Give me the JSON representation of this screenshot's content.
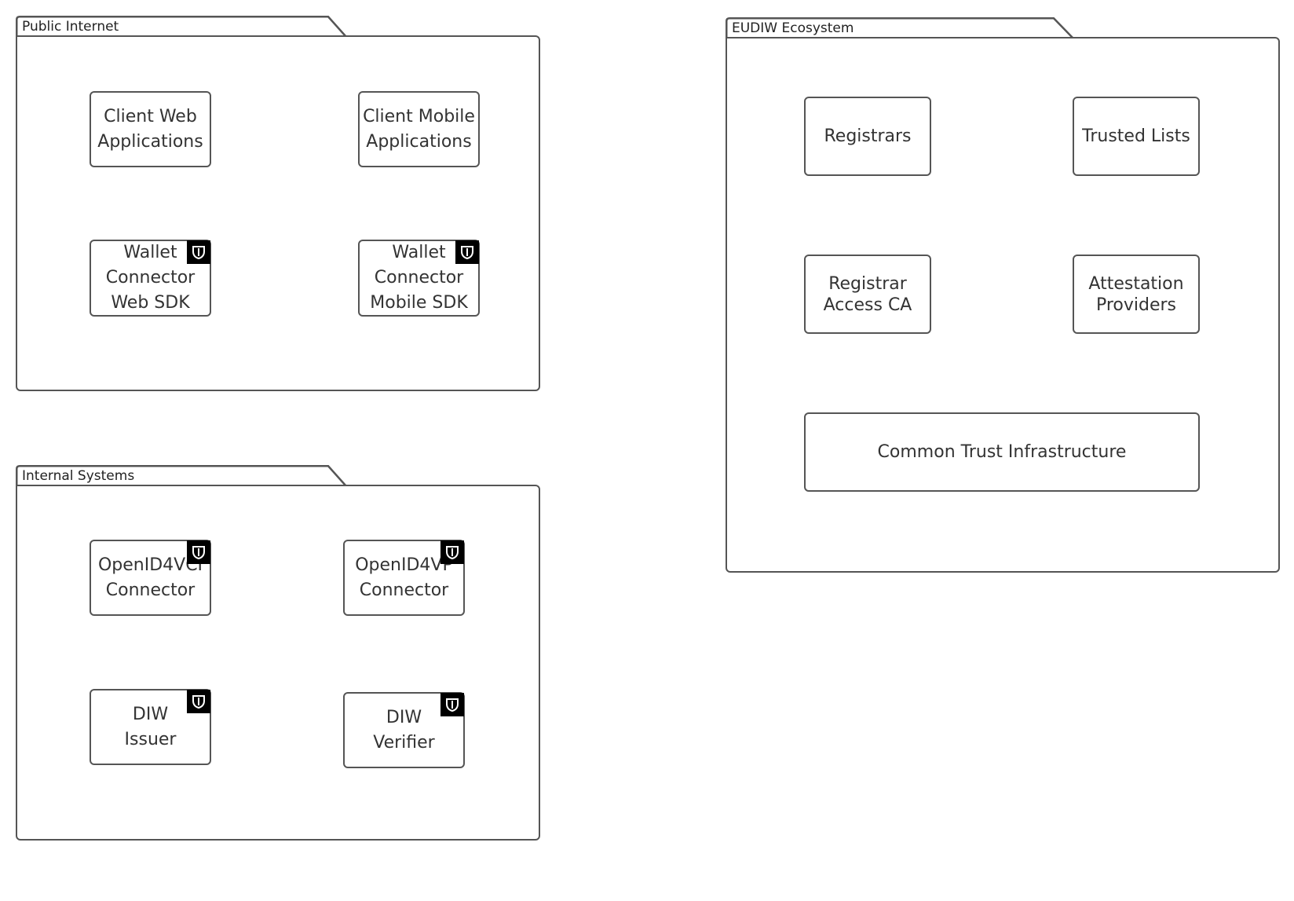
{
  "packages": {
    "public_internet": {
      "title": "Public Internet",
      "nodes": {
        "client_web": "Client Web\nApplications",
        "client_mobile": "Client Mobile\nApplications",
        "wallet_web_sdk": "Wallet\nConnector\nWeb SDK",
        "wallet_mobile_sdk": "Wallet\nConnector\nMobile SDK"
      }
    },
    "internal_systems": {
      "title": "Internal Systems",
      "nodes": {
        "openid4vci": "OpenID4VCI\nConnector",
        "openid4vp": "OpenID4VP\nConnector",
        "diw_issuer": "DIW\nIssuer",
        "diw_verifier": "DIW\nVerifier"
      }
    },
    "eudiw_ecosystem": {
      "title": "EUDIW Ecosystem",
      "nodes": {
        "registrars": "Registrars",
        "trusted_lists": "Trusted Lists",
        "registrar_access_ca": "Registrar\nAccess CA",
        "attestation_providers": "Attestation\nProviders",
        "common_trust": "Common Trust Infrastructure"
      }
    }
  },
  "colors": {
    "border": "#555555",
    "badge": "#000000",
    "text": "#333333"
  },
  "icons": {
    "badge": "shield-logo-icon"
  }
}
